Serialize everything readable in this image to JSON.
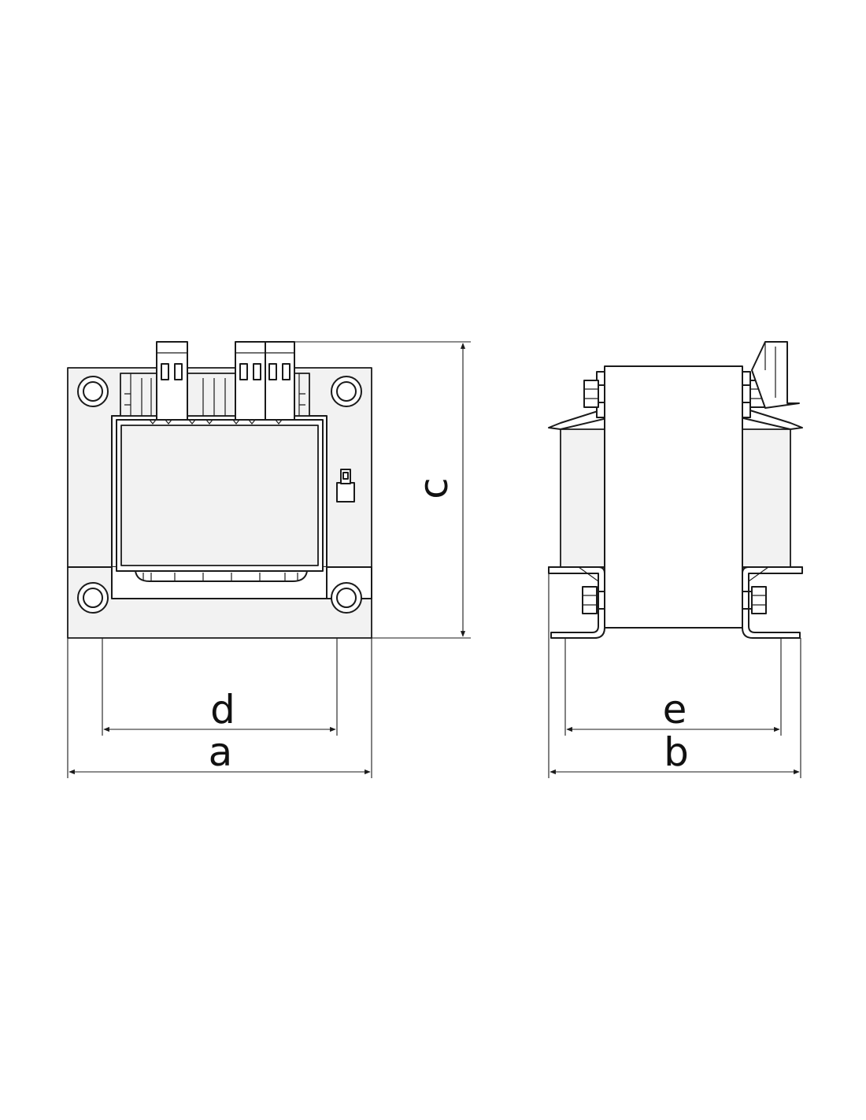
{
  "labels": {
    "a": "a",
    "b": "b",
    "c": "c",
    "d": "d",
    "e": "e"
  },
  "colors": {
    "line": "#1a1a1a",
    "fill": "#f2f2f2",
    "background": "#ffffff"
  }
}
